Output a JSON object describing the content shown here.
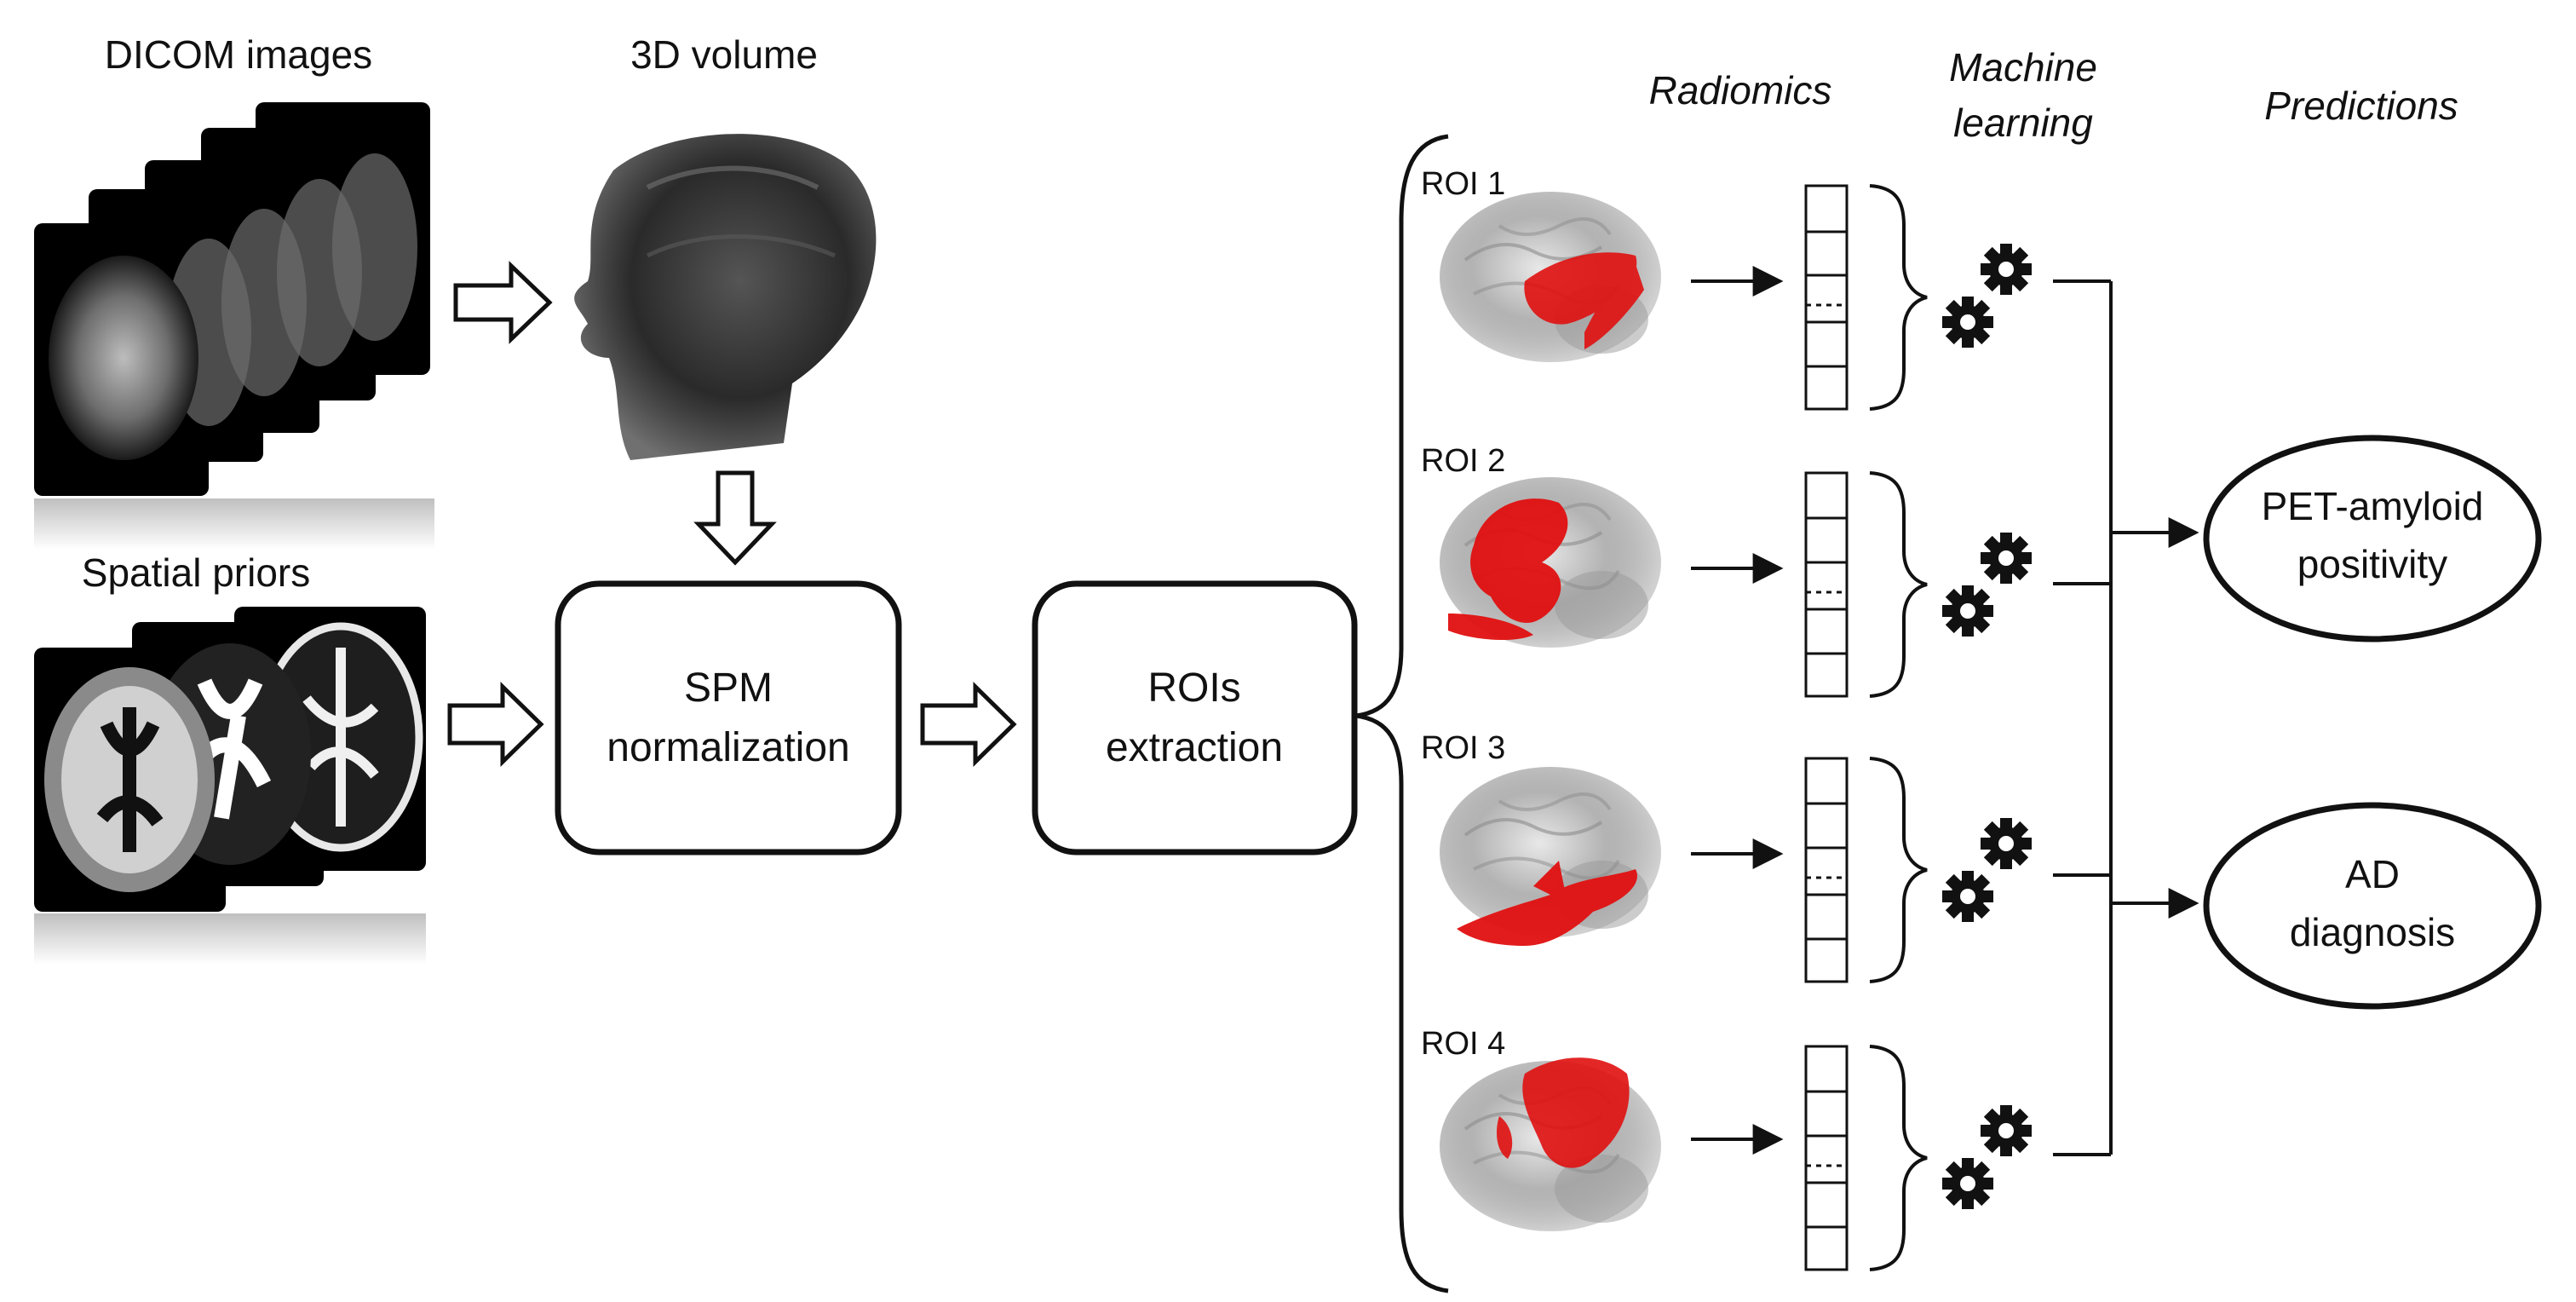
{
  "labels": {
    "dicom_images": "DICOM images",
    "volume_3d": "3D volume",
    "spatial_priors": "Spatial priors",
    "radiomics": "Radiomics",
    "machine_learning_line1": "Machine",
    "machine_learning_line2": "learning",
    "predictions": "Predictions"
  },
  "boxes": {
    "spm_line1": "SPM",
    "spm_line2": "normalization",
    "roi_line1": "ROIs",
    "roi_line2": "extraction"
  },
  "rois": [
    "ROI 1",
    "ROI 2",
    "ROI 3",
    "ROI 4"
  ],
  "outputs": {
    "pet_line1": "PET-amyloid",
    "pet_line2": "positivity",
    "ad_line1": "AD",
    "ad_line2": "diagnosis"
  },
  "colors": {
    "roi_highlight": "#e01010",
    "scan_background": "#000000",
    "brain_gray": "#9a9a9a",
    "line": "#111111"
  },
  "icons": [
    "gear-icon",
    "hollow-arrow-icon"
  ]
}
